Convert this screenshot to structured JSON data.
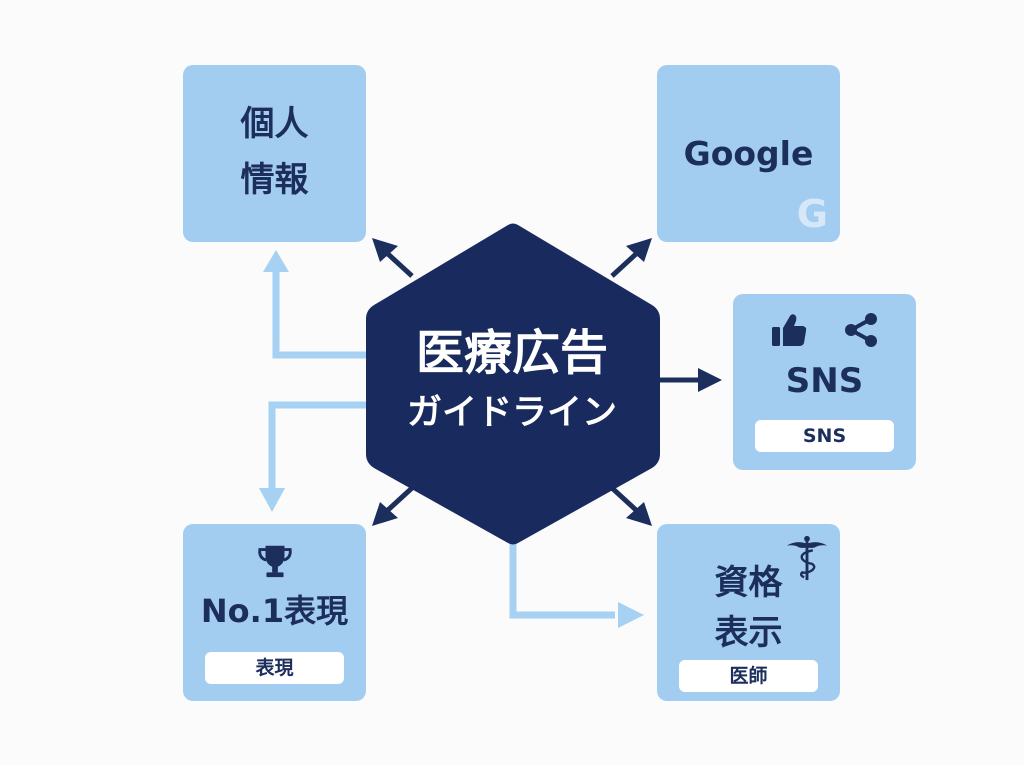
{
  "hub": {
    "line1": "医療広告",
    "line2": "ガイドライン"
  },
  "nodes": {
    "personal_info": {
      "line1": "個人",
      "line2": "情報"
    },
    "google": {
      "label": "Google",
      "logo_letter": "G"
    },
    "sns": {
      "label": "SNS",
      "tag": "SNS"
    },
    "no1": {
      "label": "No.1表現",
      "tag": "表現"
    },
    "credentials": {
      "line1": "資格",
      "line2": "表示",
      "tag": "医師"
    }
  },
  "icons": {
    "sns": [
      "thumbs-up-icon",
      "share-icon"
    ],
    "no1": [
      "trophy-icon"
    ],
    "credentials": [
      "caduceus-icon"
    ]
  },
  "colors": {
    "hub": "#192b5e",
    "box": "#a3cdf0",
    "dark_arrow": "#1c2e5c",
    "light_arrow": "#a6d1f2",
    "text": "#1c2e5c"
  }
}
